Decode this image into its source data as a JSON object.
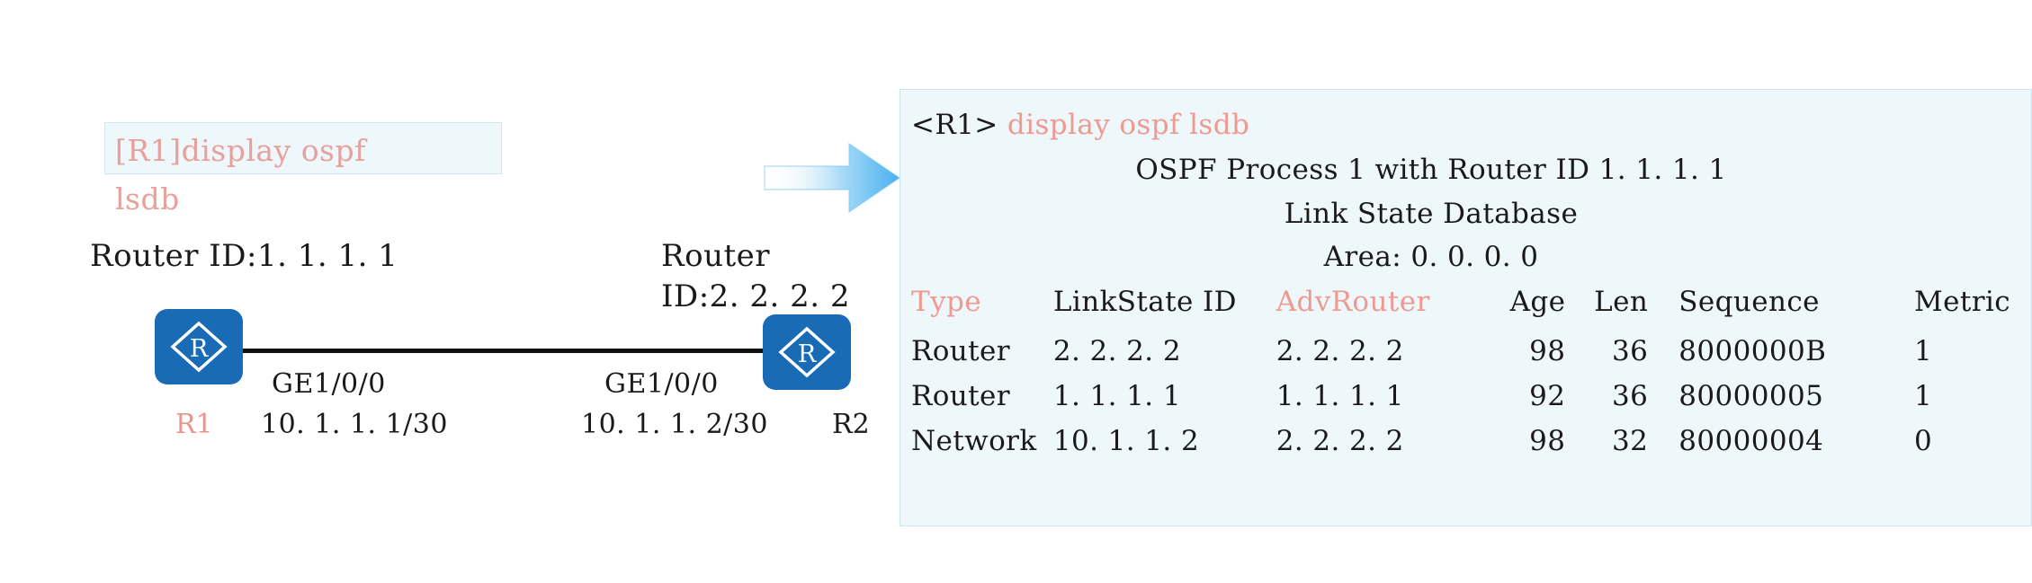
{
  "command_callout": {
    "line1": "[R1]display ospf",
    "line2": "lsdb",
    "color": "#e8a09a"
  },
  "topology": {
    "left_router": {
      "router_id_label": "Router ID:1. 1. 1. 1",
      "name": "R1",
      "name_color": "#ea9490",
      "interface": "GE1/0/0",
      "ip": "10. 1. 1. 1/30",
      "icon": "router-icon"
    },
    "right_router": {
      "router_id_label_line1": "Router",
      "router_id_label_line2": "ID:2. 2. 2. 2",
      "name": "R2",
      "name_color": "#1a1a1a",
      "interface": "GE1/0/0",
      "ip": "10. 1. 1. 2/30",
      "icon": "router-icon"
    },
    "link_color": "#111111",
    "router_icon_color": "#1a6bb5",
    "arrow_icon": "right-arrow-icon"
  },
  "terminal": {
    "prompt": "<R1>",
    "command": "display ospf lsdb",
    "command_color": "#ee9a92",
    "header_line1": "OSPF Process 1 with Router ID 1. 1. 1. 1",
    "header_line2": "Link State Database",
    "header_line3": "Area: 0. 0. 0. 0",
    "background": "#eef7fa",
    "border": "#cde4ee",
    "columns": [
      {
        "label": "Type",
        "color": "#ee9a92"
      },
      {
        "label": "LinkState ID",
        "color": "#1a1a1a"
      },
      {
        "label": "AdvRouter",
        "color": "#ee9a92"
      },
      {
        "label": "Age",
        "color": "#1a1a1a"
      },
      {
        "label": "Len",
        "color": "#1a1a1a"
      },
      {
        "label": "Sequence",
        "color": "#1a1a1a"
      },
      {
        "label": "Metric",
        "color": "#1a1a1a"
      }
    ],
    "rows": [
      {
        "type": "Router",
        "linkstate_id": "2. 2. 2. 2",
        "advrouter": "2. 2. 2. 2",
        "age": "98",
        "len": "36",
        "sequence": "8000000B",
        "metric": "1"
      },
      {
        "type": "Router",
        "linkstate_id": "1. 1. 1. 1",
        "advrouter": "1. 1. 1. 1",
        "age": "92",
        "len": "36",
        "sequence": "80000005",
        "metric": "1"
      },
      {
        "type": "Network",
        "linkstate_id": "10. 1. 1. 2",
        "advrouter": "2. 2. 2. 2",
        "age": "98",
        "len": "32",
        "sequence": "80000004",
        "metric": "0"
      }
    ]
  }
}
